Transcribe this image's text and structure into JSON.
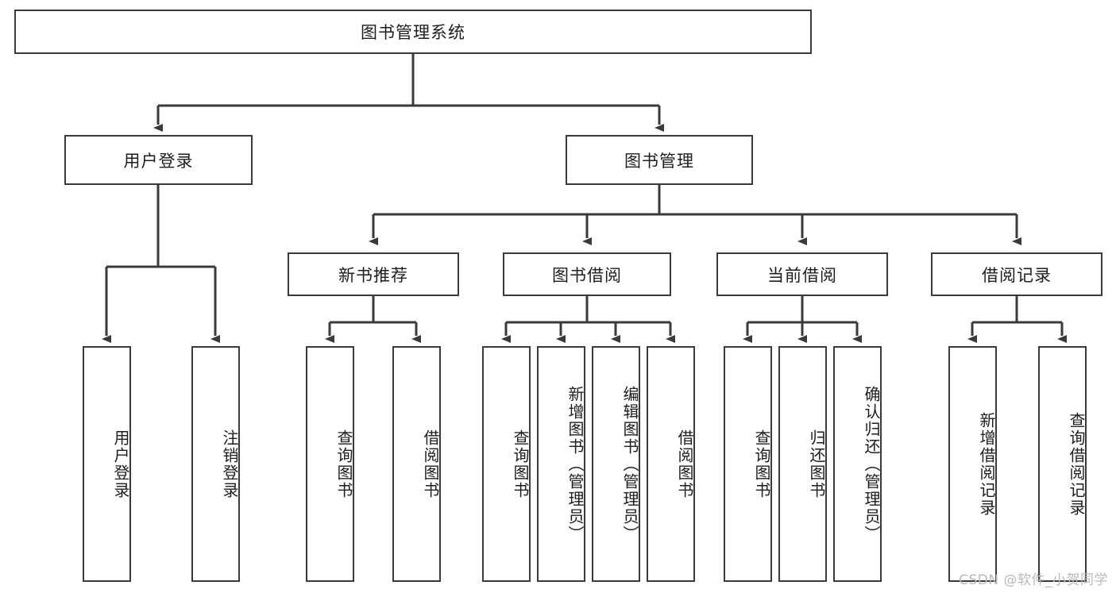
{
  "diagram": {
    "title": "图书管理系统",
    "root": {
      "label": "图书管理系统"
    },
    "level2": [
      {
        "label": "用户登录"
      },
      {
        "label": "图书管理"
      }
    ],
    "level3": [
      {
        "label": "新书推荐"
      },
      {
        "label": "图书借阅"
      },
      {
        "label": "当前借阅"
      },
      {
        "label": "借阅记录"
      }
    ],
    "leaves": {
      "user_login": [
        {
          "label": "用户登录"
        },
        {
          "label": "注销登录"
        }
      ],
      "new_book_recommend": [
        {
          "label": "查询图书"
        },
        {
          "label": "借阅图书"
        }
      ],
      "book_borrow": [
        {
          "label": "查询图书"
        },
        {
          "label": "新增图书（管理员）"
        },
        {
          "label": "编辑图书（管理员）"
        },
        {
          "label": "借阅图书"
        }
      ],
      "current_borrow": [
        {
          "label": "查询图书"
        },
        {
          "label": "归还图书"
        },
        {
          "label": "确认归还（管理员）"
        }
      ],
      "borrow_record": [
        {
          "label": "新增借阅记录"
        },
        {
          "label": "查询借阅记录"
        }
      ]
    },
    "watermark": "CSDN @软件_小贺同学",
    "colors": {
      "stroke": "#3a3a3a",
      "background": "#ffffff",
      "text": "#1d1d1d",
      "watermark": "#b9b9b9"
    }
  }
}
